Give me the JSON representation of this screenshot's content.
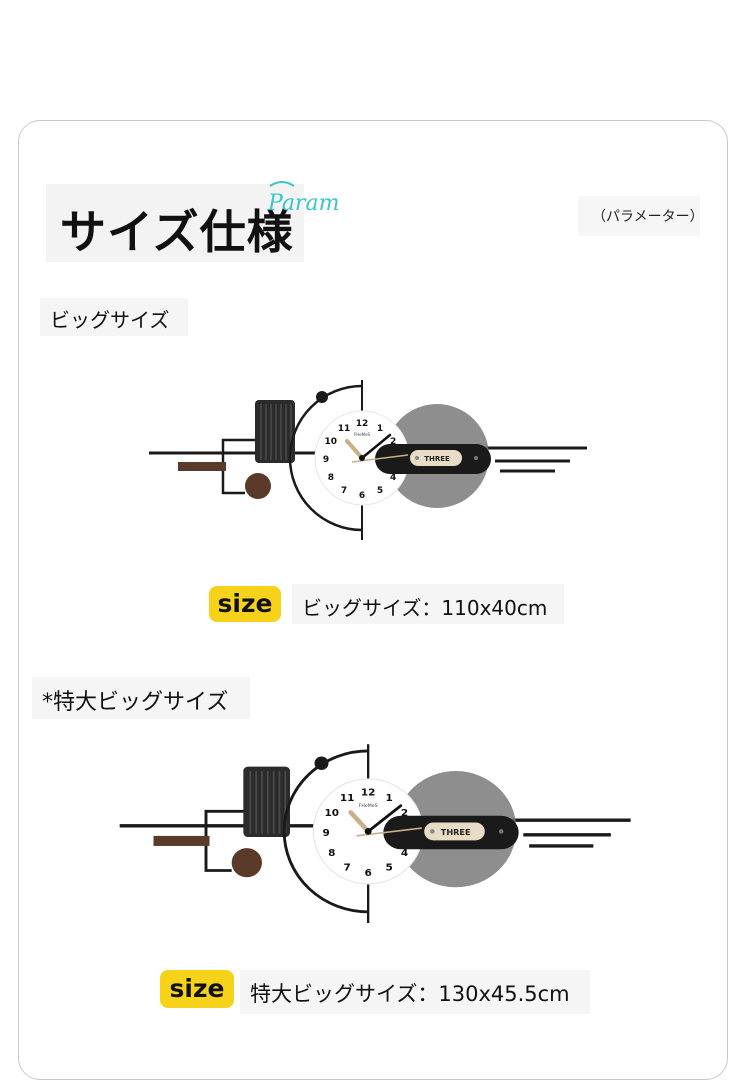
{
  "header": {
    "title": "サイズ仕様",
    "script_text": "Param",
    "parameter_label": "（パラメーター）"
  },
  "sections": [
    {
      "label": "ビッグサイズ",
      "size_badge": "size",
      "size_text": "ビッグサイズ：110x40cm",
      "clock": {
        "brand": "FHeMeS",
        "plate_label": "THREE",
        "numerals": [
          "12",
          "1",
          "2",
          "3",
          "4",
          "5",
          "6",
          "7",
          "8",
          "9",
          "10",
          "11"
        ]
      }
    },
    {
      "label": "*特大ビッグサイズ",
      "size_badge": "size",
      "size_text": "特大ビッグサイズ：130x45.5cm",
      "clock": {
        "brand": "FHeMeS",
        "plate_label": "THREE",
        "numerals": [
          "12",
          "1",
          "2",
          "3",
          "4",
          "5",
          "6",
          "7",
          "8",
          "9",
          "10",
          "11"
        ]
      }
    }
  ],
  "colors": {
    "badge": "#f7d21a",
    "metal": "#1a1a1a",
    "walnut": "#5a3a28",
    "grey_disc": "#7a7a7a",
    "plate": "#e8dcc4"
  }
}
